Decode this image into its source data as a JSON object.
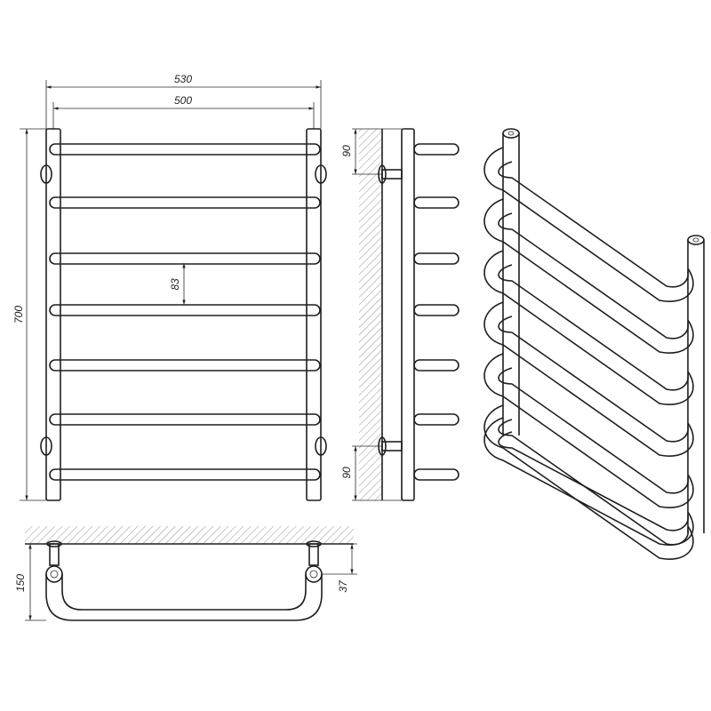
{
  "dimensions": {
    "overall_width": "530",
    "rail_spacing": "500",
    "height": "700",
    "bar_pitch": "83",
    "top_bracket_offset": "90",
    "bottom_bracket_offset": "90",
    "depth": "150",
    "bracket_depth": "37"
  },
  "colors": {
    "line": "#1f1f1f",
    "background": "#ffffff"
  }
}
